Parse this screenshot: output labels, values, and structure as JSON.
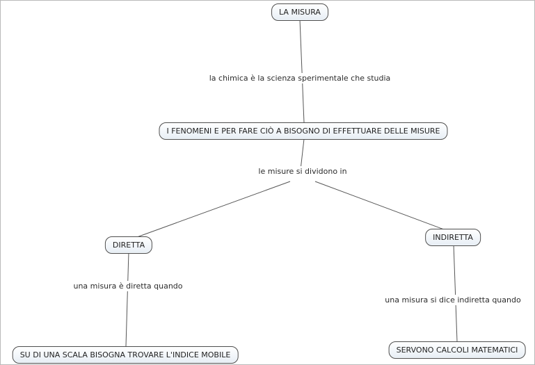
{
  "diagram": {
    "type": "concept-map",
    "nodes": {
      "la_misura": {
        "label": "LA MISURA"
      },
      "fenomeni": {
        "label": "I FENOMENI E PER FARE CIÒ A BISOGNO DI EFFETTUARE DELLE MISURE"
      },
      "diretta": {
        "label": "DIRETTA"
      },
      "indiretta": {
        "label": "INDIRETTA"
      },
      "scala": {
        "label": "SU DI UNA SCALA BISOGNA TROVARE L'INDICE MOBILE"
      },
      "calcoli": {
        "label": "SERVONO CALCOLI MATEMATICI"
      }
    },
    "linking_phrases": {
      "chimica": {
        "label": "la chimica è la scienza sperimentale che studia"
      },
      "dividono": {
        "label": "le misure si dividono in"
      },
      "diretta_quando": {
        "label": "una misura è diretta quando"
      },
      "indiretta_quando": {
        "label": "una misura si dice indiretta quando"
      }
    },
    "edges": [
      {
        "from": "la_misura",
        "via": "chimica",
        "to": "fenomeni"
      },
      {
        "from": "fenomeni",
        "via": "dividono",
        "to": "diretta"
      },
      {
        "from": "fenomeni",
        "via": "dividono",
        "to": "indiretta"
      },
      {
        "from": "diretta",
        "via": "diretta_quando",
        "to": "scala"
      },
      {
        "from": "indiretta",
        "via": "indiretta_quando",
        "to": "calcoli"
      }
    ],
    "colors": {
      "background": "#ffffff",
      "node_border": "#4d4d4d",
      "node_fill": "#eef3f8",
      "line": "#555555",
      "text": "#1f1f1f"
    }
  }
}
